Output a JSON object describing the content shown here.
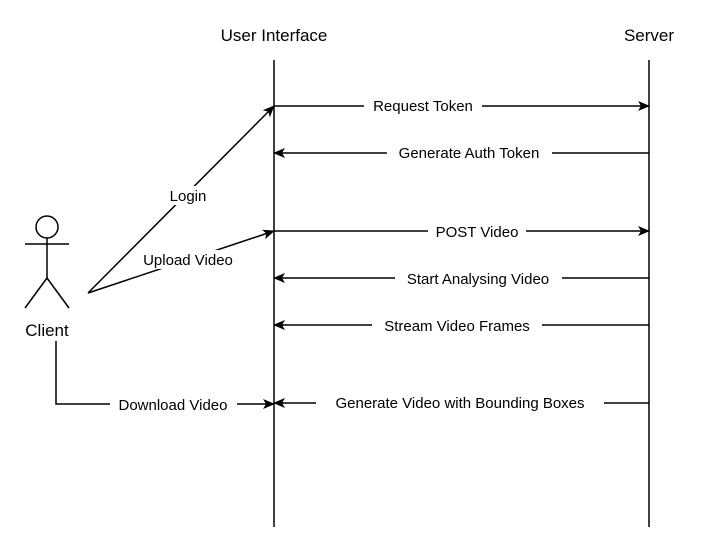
{
  "lifelines": {
    "ui": "User Interface",
    "server": "Server"
  },
  "actor": {
    "label": "Client"
  },
  "messages": {
    "request_token": "Request Token",
    "generate_auth_token": "Generate Auth Token",
    "post_video": "POST Video",
    "start_analysing_video": "Start Analysing Video",
    "stream_video_frames": "Stream Video Frames",
    "generate_video_bbox": "Generate Video with Bounding Boxes",
    "login": "Login",
    "upload_video": "Upload Video",
    "download_video": "Download Video"
  },
  "colors": {
    "line": "#000000",
    "background": "#ffffff"
  }
}
